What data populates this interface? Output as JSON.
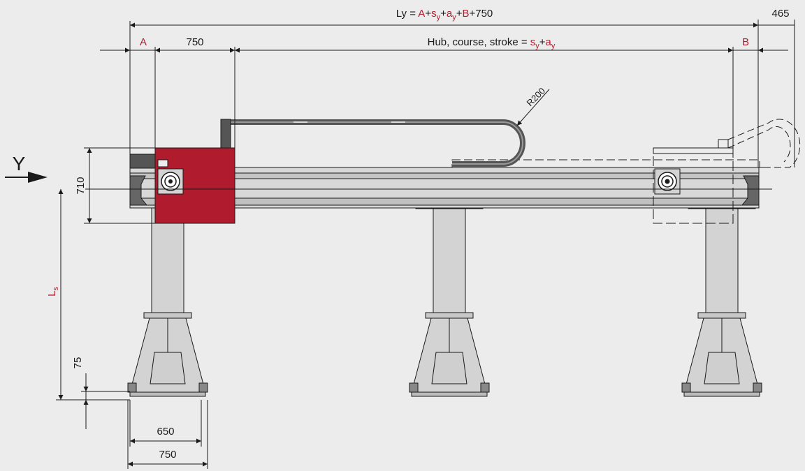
{
  "colors": {
    "background": "#ececec",
    "accent_red": "#b01c2e",
    "steel": "#d3d3d3",
    "steel_dark": "#b9b9b9",
    "line": "#1a1a1a",
    "chain": "#555555"
  },
  "dimensions": {
    "ly_formula": {
      "lead": "Ly = ",
      "a": "A",
      "plus1": "+",
      "s": "s",
      "s_sub": "y",
      "plus2": "+",
      "a2": "a",
      "a2_sub": "y",
      "plus3": "+",
      "b": "B",
      "tail": "+750"
    },
    "offset_465": "465",
    "label_a": "A",
    "label_b": "B",
    "dim_750_top": "750",
    "stroke": {
      "lead": "Hub, course, stroke = ",
      "s": "s",
      "s_sub": "y",
      "plus": "+",
      "a": "a",
      "a_sub": "y"
    },
    "radius": "R200",
    "height_710": "710",
    "ls": {
      "main": "L",
      "sub": "s"
    },
    "dim_75": "75",
    "dim_650": "650",
    "dim_750_bottom": "750"
  },
  "axis": {
    "label": "Y"
  }
}
